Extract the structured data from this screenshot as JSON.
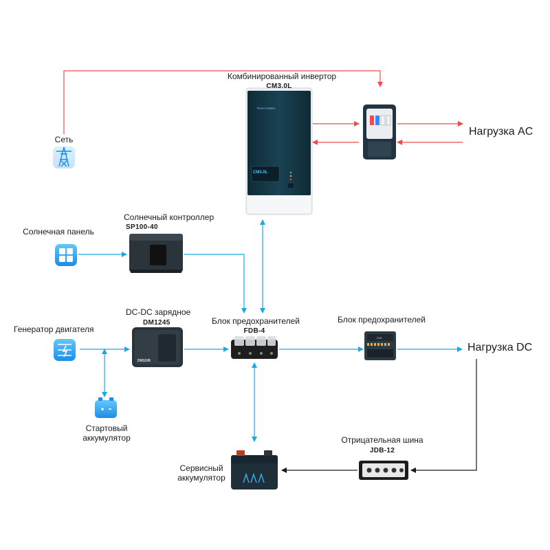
{
  "colors": {
    "ac_line": "#f04a4a",
    "dc_line": "#19a8e8",
    "neg_line": "#1a1a1a",
    "device_dark": "#1f2f3a",
    "device_teal": "#153c4c",
    "icon_blue": "#1e8fe6"
  },
  "inverter": {
    "label": "Комбинированный инвертор",
    "model": "CM3.0L",
    "brand": "TECH POWER",
    "screen_model": "CM3.0L"
  },
  "grid": {
    "label": "Сеть",
    "icon": "power-tower-icon"
  },
  "ac_load": {
    "label": "Нагрузка AC"
  },
  "solar_panel": {
    "label": "Солнечная панель",
    "icon": "solar-panel-icon"
  },
  "solar_controller": {
    "label": "Солнечный контроллер",
    "model": "SP100-40"
  },
  "engine_generator": {
    "label": "Генератор двигателя",
    "icon": "alternator-icon"
  },
  "dcdc_charger": {
    "label": "DC-DC зарядное",
    "model": "DM1245",
    "body_text": "DM1245"
  },
  "fuse_block_main": {
    "label": "Блок предохранителей",
    "model": "FDB-4"
  },
  "fuse_block_dc": {
    "label": "Блок предохранителей",
    "body_text": "C12"
  },
  "dc_load": {
    "label": "Нагрузка DC"
  },
  "starter_battery": {
    "label_line1": "Стартовый",
    "label_line2": "аккумулятор",
    "icon": "battery-icon"
  },
  "negative_bus": {
    "label": "Отрицательная шина",
    "model": "JDB-12"
  },
  "service_battery": {
    "label_line1": "Сервисный",
    "label_line2": "аккумулятор"
  }
}
